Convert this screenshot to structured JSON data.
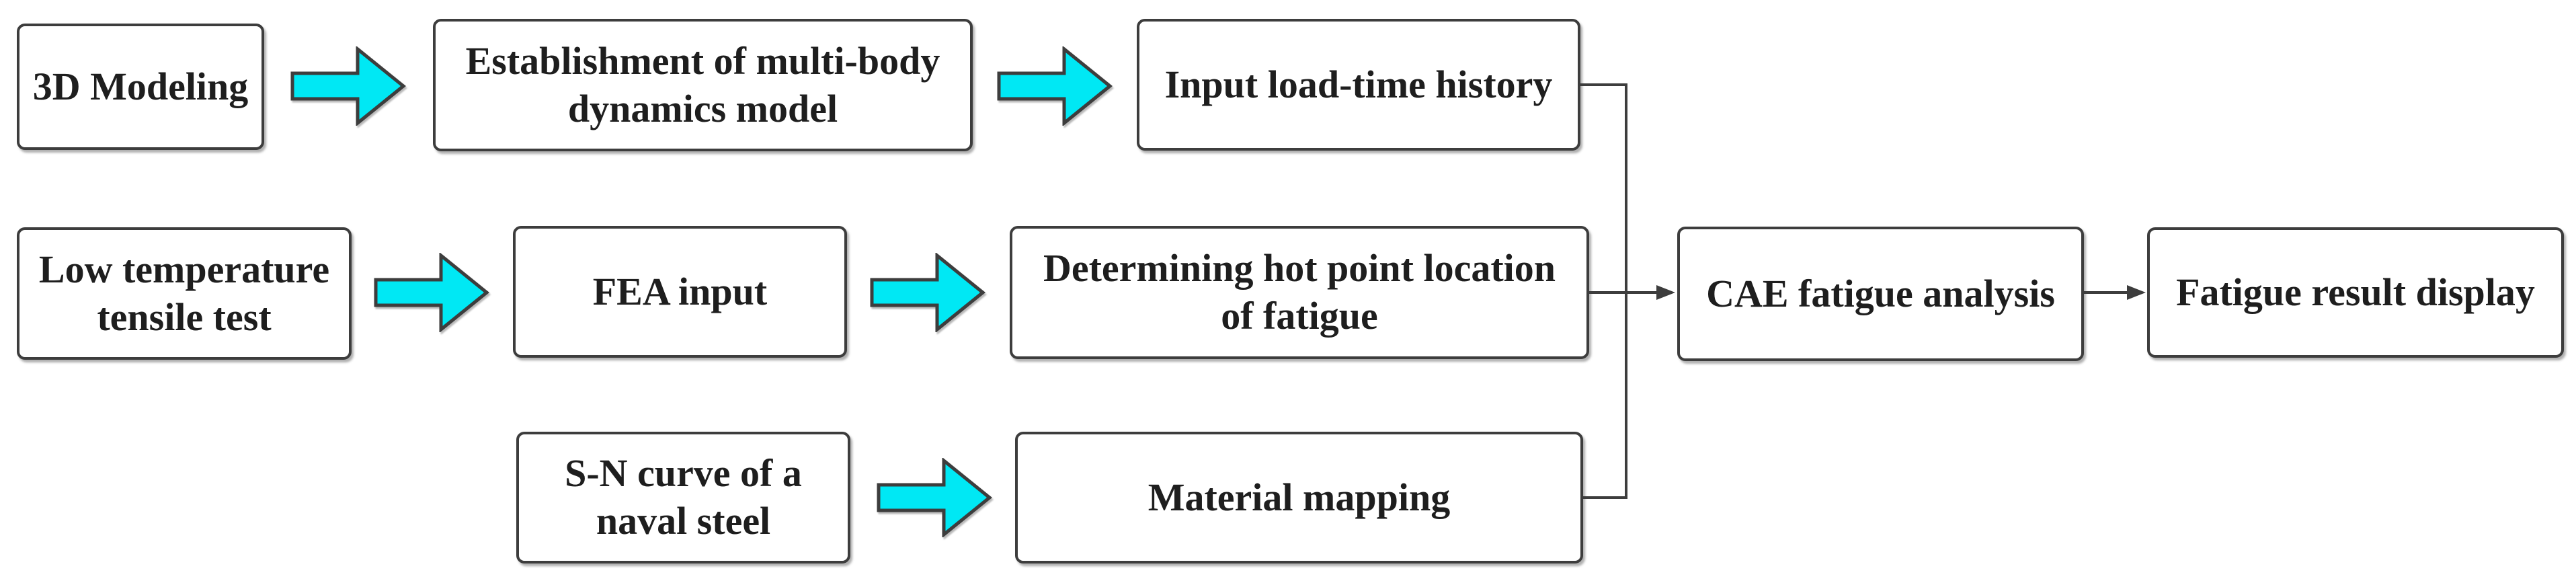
{
  "diagram": {
    "background": "#ffffff",
    "colors": {
      "arrow_fill": "#00e8f4",
      "arrow_outline": "#3d3d3d",
      "box_border": "#3d3d3d",
      "box_fill": "#ffffff",
      "text": "#1e1e1e",
      "connector": "#3d3d3d"
    },
    "nodes": {
      "modeling3d": {
        "label": "3D Modeling"
      },
      "multibody": {
        "label": "Establishment of multi-body\ndynamics model"
      },
      "loadtime": {
        "label": "Input load-time history"
      },
      "lowtemp": {
        "label": "Low temperature\ntensile test"
      },
      "fea": {
        "label": "FEA input"
      },
      "hotpoint": {
        "label": "Determining hot point location\nof fatigue"
      },
      "cae": {
        "label": "CAE fatigue analysis"
      },
      "result": {
        "label": "Fatigue result display"
      },
      "sncurve": {
        "label": "S-N curve of a\nnaval steel"
      },
      "material": {
        "label": "Material mapping"
      }
    },
    "edges": [
      {
        "from": "modeling3d",
        "to": "multibody",
        "style": "block-arrow"
      },
      {
        "from": "multibody",
        "to": "loadtime",
        "style": "block-arrow"
      },
      {
        "from": "lowtemp",
        "to": "fea",
        "style": "block-arrow"
      },
      {
        "from": "fea",
        "to": "hotpoint",
        "style": "block-arrow"
      },
      {
        "from": "sncurve",
        "to": "material",
        "style": "block-arrow"
      },
      {
        "from": "loadtime",
        "to": "cae",
        "style": "elbow-line"
      },
      {
        "from": "material",
        "to": "cae",
        "style": "elbow-line"
      },
      {
        "from": "hotpoint",
        "to": "cae",
        "style": "arrow-line"
      },
      {
        "from": "cae",
        "to": "result",
        "style": "arrow-line"
      }
    ]
  }
}
